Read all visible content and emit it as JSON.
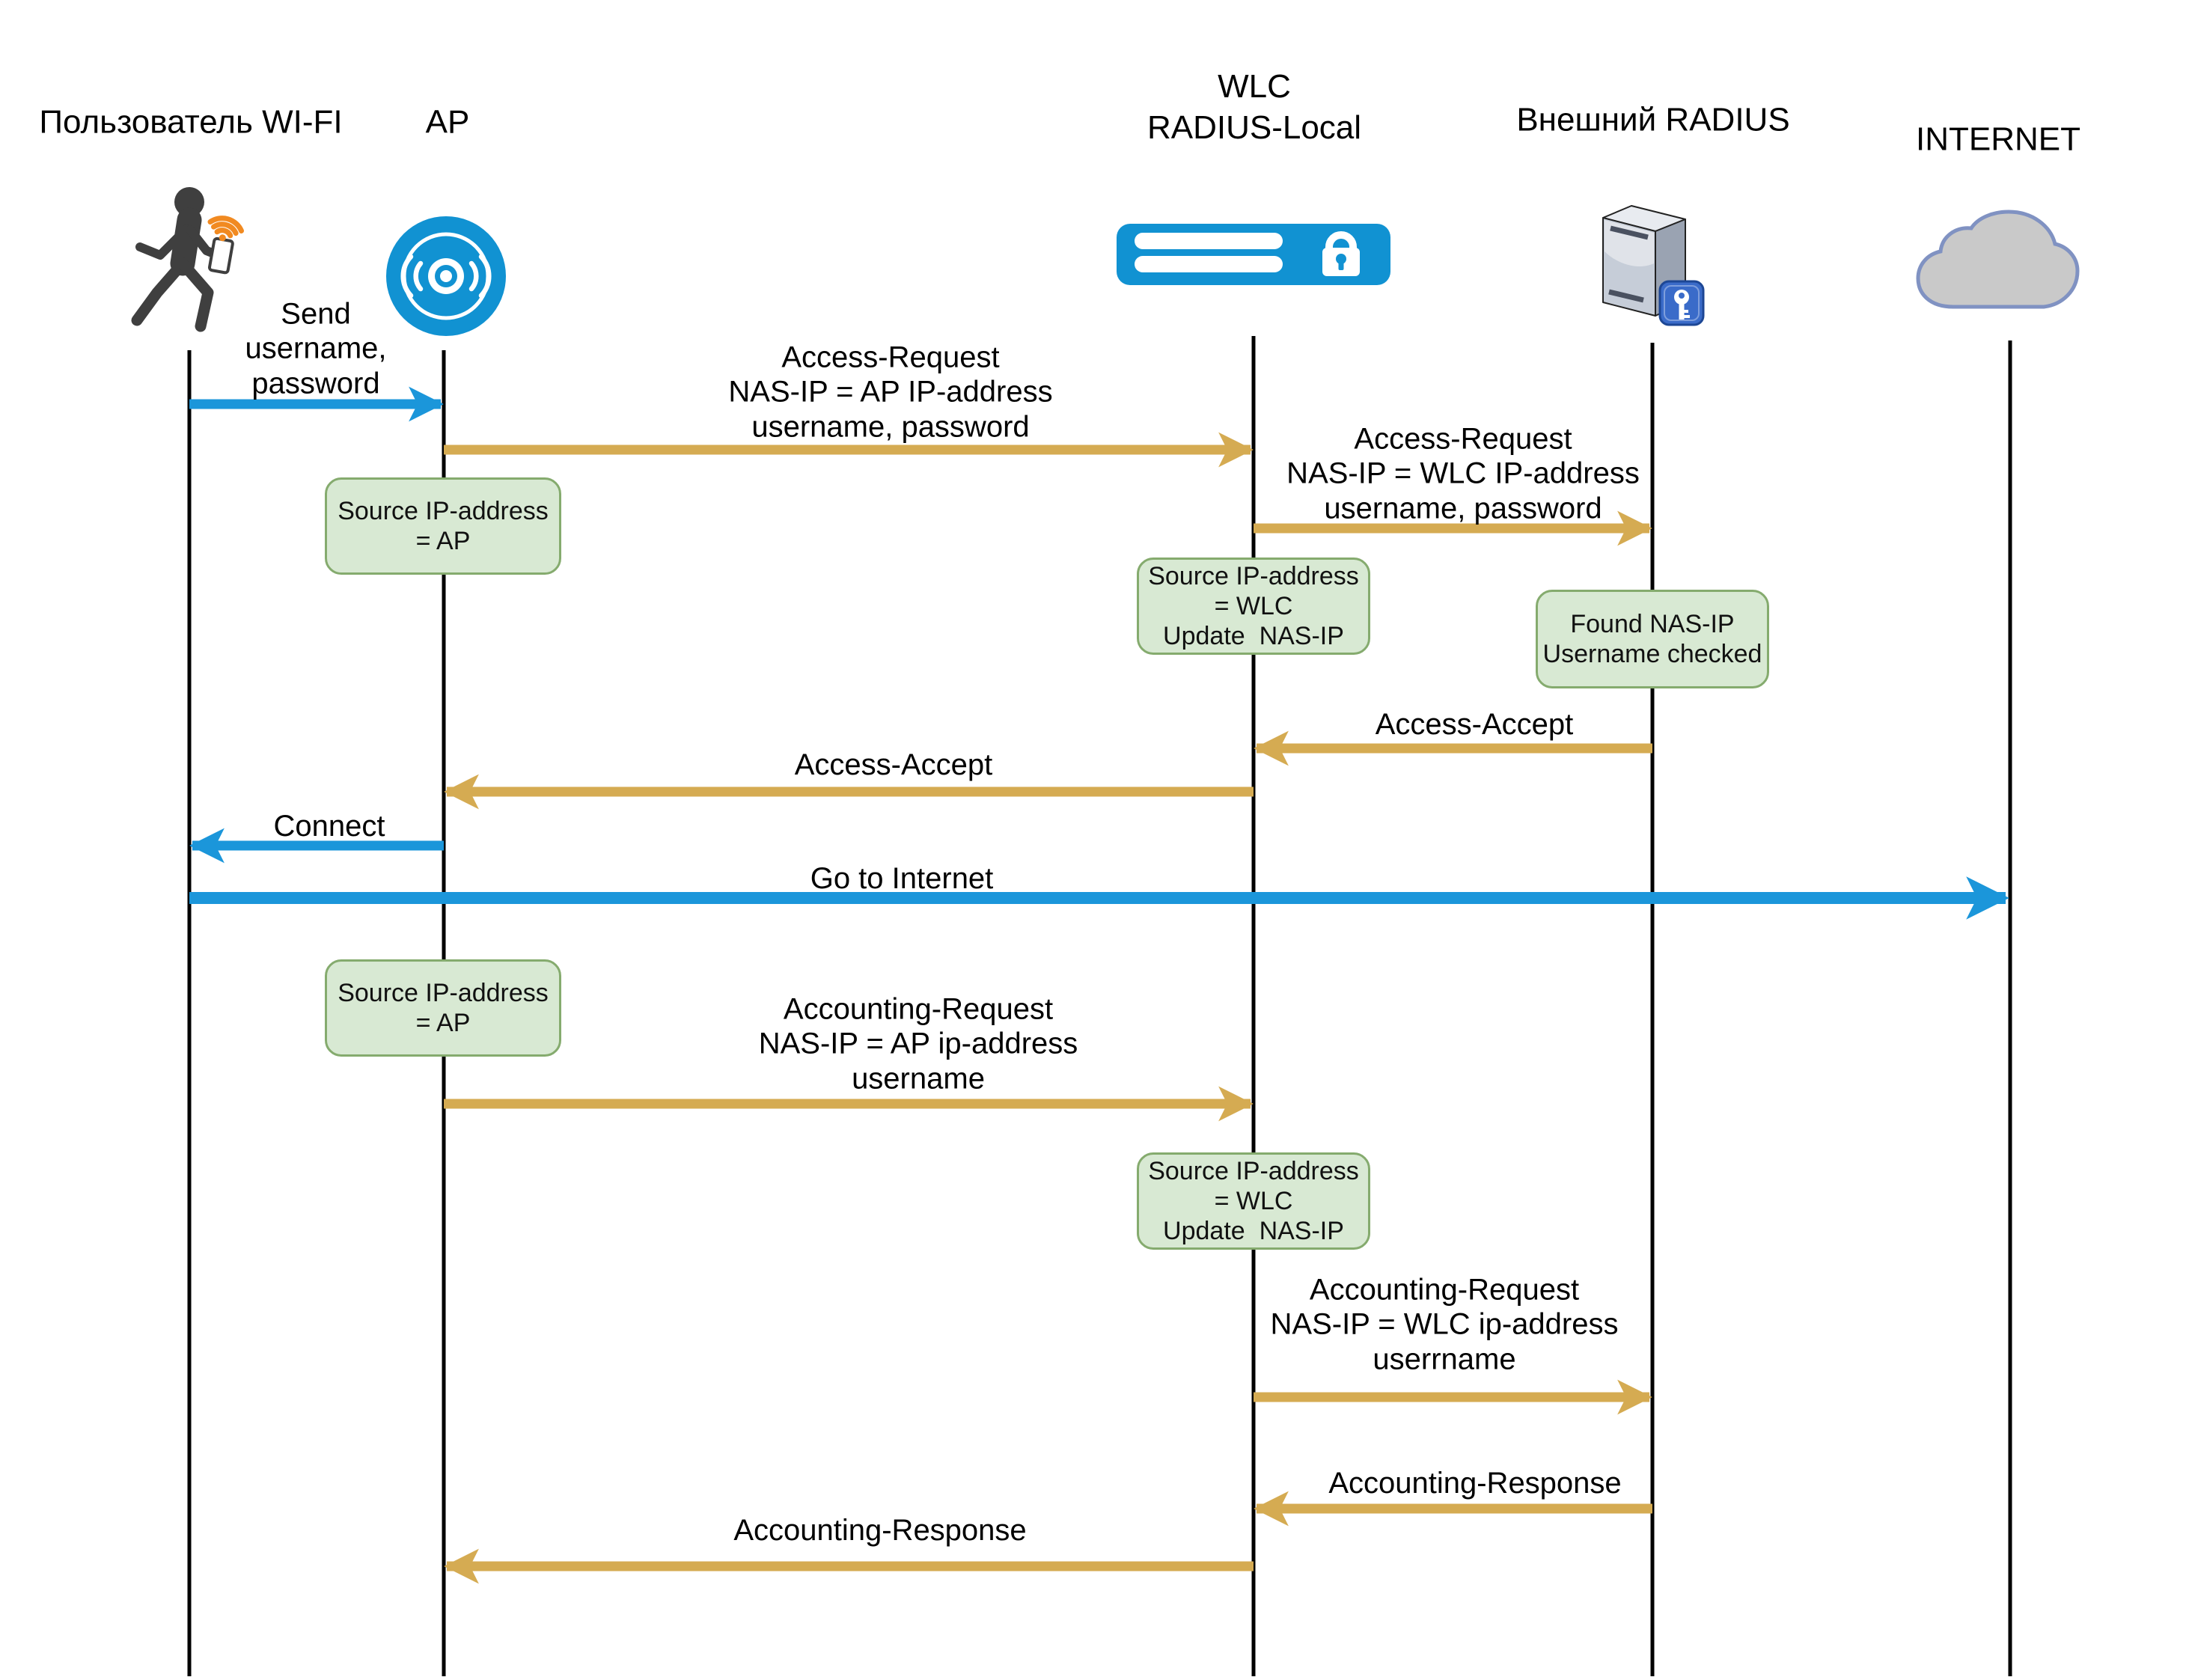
{
  "actors": {
    "user": {
      "label": "Пользователь WI-FI",
      "icon": "wifi-user-icon"
    },
    "ap": {
      "label": "AP",
      "icon": "access-point-icon"
    },
    "wlc": {
      "label": "WLC\nRADIUS-Local",
      "icon": "controller-lock-icon"
    },
    "ext_radius": {
      "label": "Внешний RADIUS",
      "icon": "server-key-icon"
    },
    "internet": {
      "label": "INTERNET",
      "icon": "cloud-icon"
    }
  },
  "messages": {
    "send_credentials": {
      "label": "Send\nusername,\npassword",
      "from": "user",
      "to": "ap",
      "type": "wifi"
    },
    "access_request_ap": {
      "label": "Access-Request\nNAS-IP = AP IP-address\nusername, password",
      "from": "ap",
      "to": "wlc",
      "type": "radius"
    },
    "access_request_wlc": {
      "label": "Access-Request\nNAS-IP = WLC IP-address\nusername, password",
      "from": "wlc",
      "to": "ext_radius",
      "type": "radius"
    },
    "access_accept_ext": {
      "label": "Access-Accept",
      "from": "ext_radius",
      "to": "wlc",
      "type": "radius"
    },
    "access_accept_wlc": {
      "label": "Access-Accept",
      "from": "wlc",
      "to": "ap",
      "type": "radius"
    },
    "connect": {
      "label": "Connect",
      "from": "ap",
      "to": "user",
      "type": "wifi"
    },
    "go_to_internet": {
      "label": "Go to Internet",
      "from": "user",
      "to": "internet",
      "type": "wifi"
    },
    "accounting_request_ap": {
      "label": "Accounting-Request\nNAS-IP = AP ip-address\nusername",
      "from": "ap",
      "to": "wlc",
      "type": "radius"
    },
    "accounting_request_wlc": {
      "label": "Accounting-Request\nNAS-IP = WLC ip-address\nuserrname",
      "from": "wlc",
      "to": "ext_radius",
      "type": "radius"
    },
    "accounting_response_ext": {
      "label": "Accounting-Response",
      "from": "ext_radius",
      "to": "wlc",
      "type": "radius"
    },
    "accounting_response_wlc": {
      "label": "Accounting-Response",
      "from": "wlc",
      "to": "ap",
      "type": "radius"
    }
  },
  "notes": {
    "ap_source_1": {
      "label": "Source IP-address\n= AP",
      "on": "ap"
    },
    "wlc_source_1": {
      "label": "Source IP-address\n= WLC\nUpdate  NAS-IP",
      "on": "wlc"
    },
    "ext_found": {
      "label": "Found NAS-IP\nUsername checked",
      "on": "ext_radius"
    },
    "ap_source_2": {
      "label": "Source IP-address\n= AP",
      "on": "ap"
    },
    "wlc_source_2": {
      "label": "Source IP-address\n= WLC\nUpdate  NAS-IP",
      "on": "wlc"
    }
  },
  "colors": {
    "wifi_arrow": "#1b96da",
    "radius_arrow": "#d5ab52",
    "note_fill": "#d8e9d3",
    "note_border": "#85ab6e",
    "actor_blue": "#1192d2",
    "person_grey": "#3f3f3f",
    "wifi_orange": "#f18a21",
    "lifeline": "#000000"
  }
}
